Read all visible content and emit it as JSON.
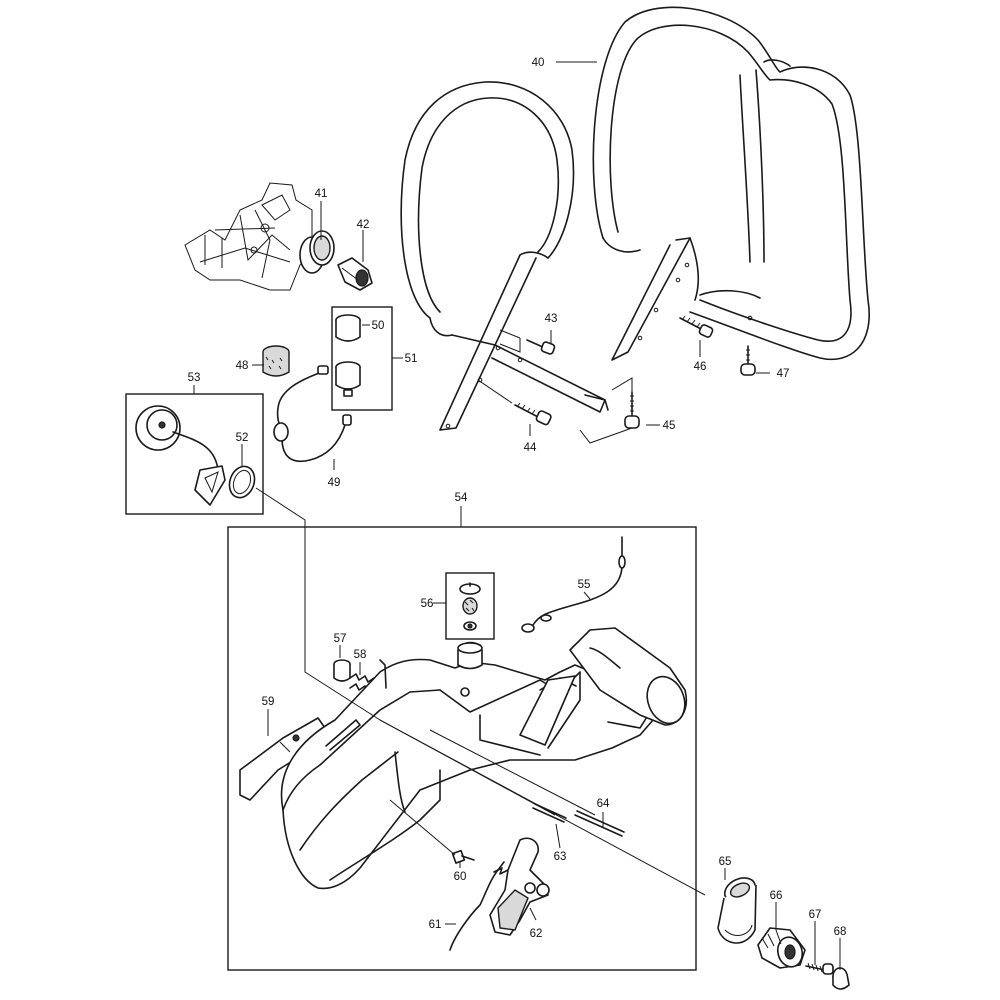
{
  "diagram": {
    "parts": [
      {
        "id": "40",
        "label": "40"
      },
      {
        "id": "41",
        "label": "41"
      },
      {
        "id": "42",
        "label": "42"
      },
      {
        "id": "43",
        "label": "43"
      },
      {
        "id": "44",
        "label": "44"
      },
      {
        "id": "45",
        "label": "45"
      },
      {
        "id": "46",
        "label": "46"
      },
      {
        "id": "47",
        "label": "47"
      },
      {
        "id": "48",
        "label": "48"
      },
      {
        "id": "49",
        "label": "49"
      },
      {
        "id": "50",
        "label": "50"
      },
      {
        "id": "51",
        "label": "51"
      },
      {
        "id": "52",
        "label": "52"
      },
      {
        "id": "53",
        "label": "53"
      },
      {
        "id": "54",
        "label": "54"
      },
      {
        "id": "55",
        "label": "55"
      },
      {
        "id": "56",
        "label": "56"
      },
      {
        "id": "57",
        "label": "57"
      },
      {
        "id": "58",
        "label": "58"
      },
      {
        "id": "59",
        "label": "59"
      },
      {
        "id": "60",
        "label": "60"
      },
      {
        "id": "61",
        "label": "61"
      },
      {
        "id": "62",
        "label": "62"
      },
      {
        "id": "63",
        "label": "63"
      },
      {
        "id": "64",
        "label": "64"
      },
      {
        "id": "65",
        "label": "65"
      },
      {
        "id": "66",
        "label": "66"
      },
      {
        "id": "67",
        "label": "67"
      },
      {
        "id": "68",
        "label": "68"
      }
    ]
  }
}
